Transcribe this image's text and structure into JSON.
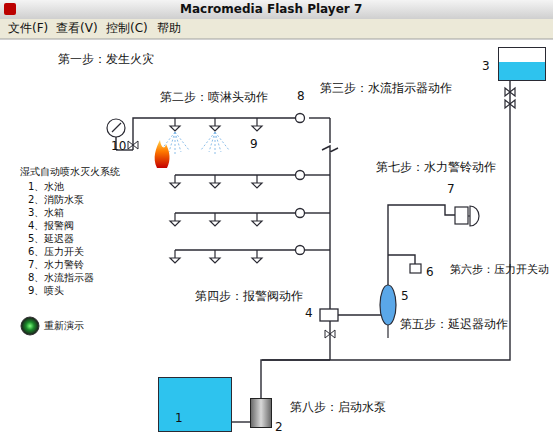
{
  "diagram": {
    "nodes": [
      {
        "text": [
          "3"
        ]
      },
      {
        "text": [
          "1"
        ]
      },
      {
        "text": [
          "2"
        ]
      }
    ],
    "edges": [
      {
        "from": 1,
        "to": 2,
        "arrow": "none"
      },
      {
        "from": 2,
        "to": 0,
        "arrow": "none"
      }
    ],
    "labels": [
      "Macromedia Flash Player 7",
      "文件(F)",
      "查看(V)",
      "控制(C)",
      "帮助",
      "第一步：发生火灾",
      "第二步：喷淋头动作",
      "8",
      "第三步：水流指示器动作",
      "10",
      "9",
      "第七步：水力警铃动作",
      "7",
      "第六步：压力开关动",
      "6",
      "第四步：报警阀动作",
      "4",
      "5",
      "第五步：延迟器动作",
      "第八步：启动水泵",
      "湿式自动喷水灭火系统",
      "1、水池",
      "2、消防水泵",
      "3、水箱",
      "4、报警阀",
      "5、延迟器",
      "6、压力开关",
      "7、水力警铃",
      "8、水流指示器",
      "9、喷头",
      "重新演示"
    ]
  }
}
